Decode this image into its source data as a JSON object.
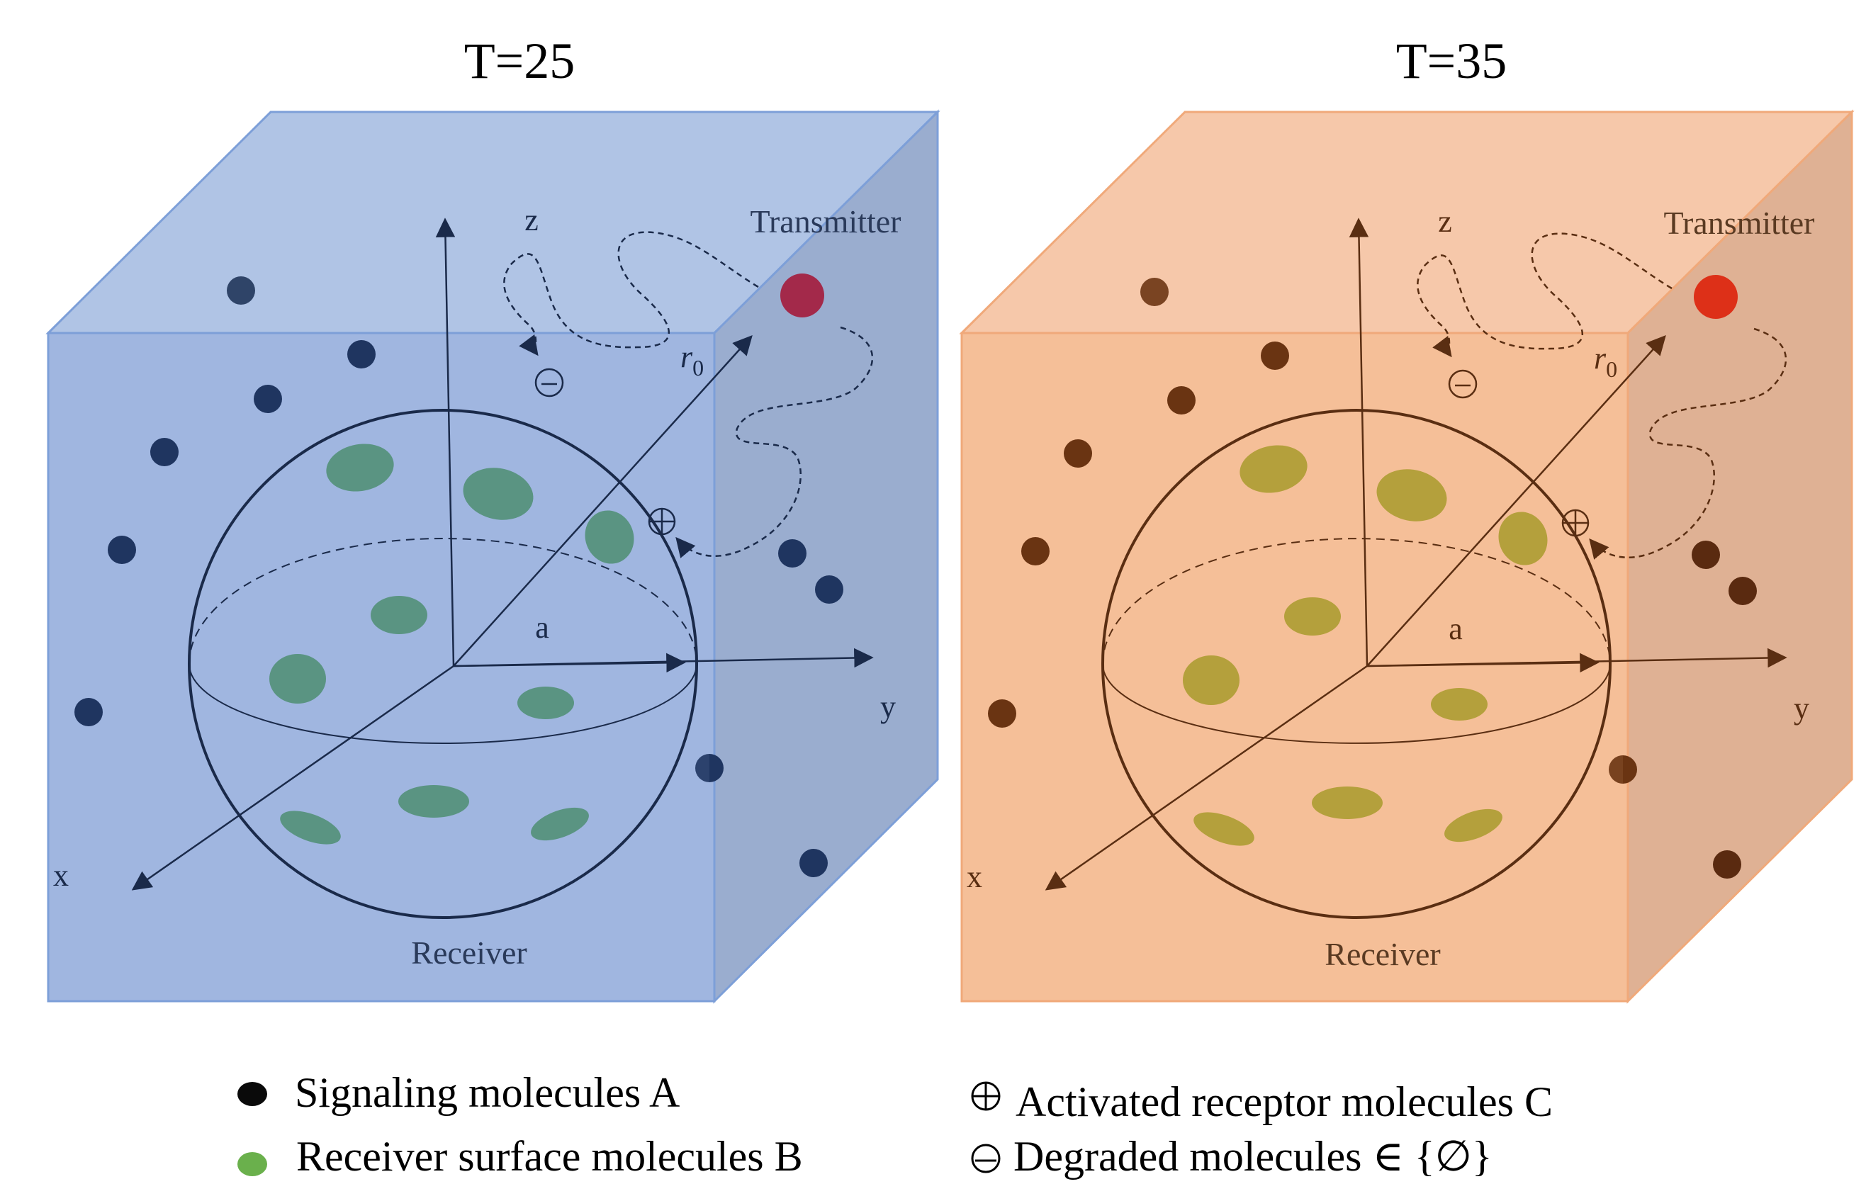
{
  "panels": [
    {
      "title": "T=25",
      "labels": {
        "transmitter": "Transmitter",
        "receiver": "Receiver",
        "axis_x": "x",
        "axis_y": "y",
        "axis_z": "z",
        "radius": "a",
        "distance": "r",
        "distance_sub": "0"
      },
      "colors": {
        "front": "#a0b6e0",
        "top": "#b0c4e5",
        "side": "#9aadcf",
        "edge": "#7d9fd8",
        "molecule": "#1f3560",
        "surface_molecule": "#5a9482",
        "transmitter": "#a3294a",
        "line": "#1a2a4a"
      }
    },
    {
      "title": "T=35",
      "labels": {
        "transmitter": "Transmitter",
        "receiver": "Receiver",
        "axis_x": "x",
        "axis_y": "y",
        "axis_z": "z",
        "radius": "a",
        "distance": "r",
        "distance_sub": "0"
      },
      "colors": {
        "front": "#f5bf98",
        "top": "#f6c8aa",
        "side": "#dfb194",
        "edge": "#f0a97a",
        "molecule": "#6a3412",
        "surface_molecule": "#b4a03c",
        "transmitter": "#dd3018",
        "line": "#5a2e12"
      }
    }
  ],
  "legend": {
    "signaling": "Signaling molecules A",
    "surface": "Receiver surface molecules B",
    "activated": "Activated receptor molecules C",
    "degraded": "Degraded molecules ∈ {∅}",
    "signaling_color": "#0a0a0a",
    "surface_color": "#6ab04c"
  }
}
